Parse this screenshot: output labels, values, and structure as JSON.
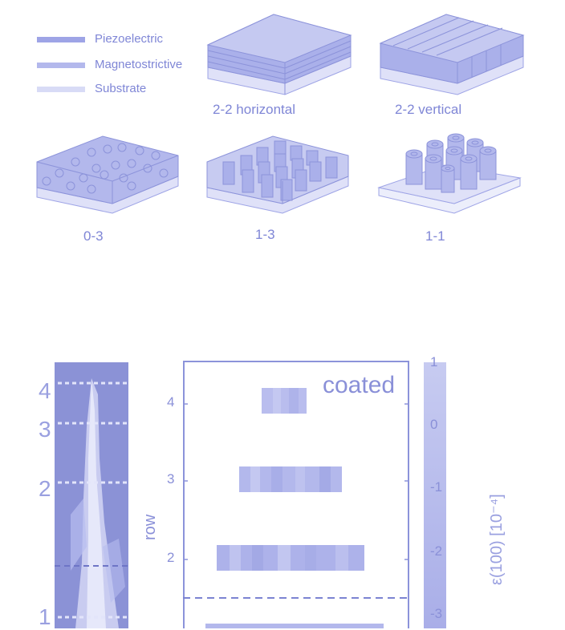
{
  "legend": [
    {
      "label": "Piezoelectric",
      "color": "#9ea4e6"
    },
    {
      "label": "Magnetostrictive",
      "color": "#b3b8ec"
    },
    {
      "label": "Substrate",
      "color": "#d8dbf6"
    }
  ],
  "structures": [
    {
      "label": "2-2 horizontal"
    },
    {
      "label": "2-2 vertical"
    },
    {
      "label": "0-3"
    },
    {
      "label": "1-3"
    },
    {
      "label": "1-1"
    }
  ],
  "photo_rows": [
    "4",
    "3",
    "2",
    "1"
  ],
  "plot": {
    "annotation": "coated",
    "y_axis_label": "row",
    "y_ticks": [
      "4",
      "3",
      "2"
    ]
  },
  "colorbar": {
    "ticks": [
      "1",
      "0",
      "-1",
      "-2",
      "-3"
    ],
    "label": "ε(100) [10⁻⁴]"
  }
}
